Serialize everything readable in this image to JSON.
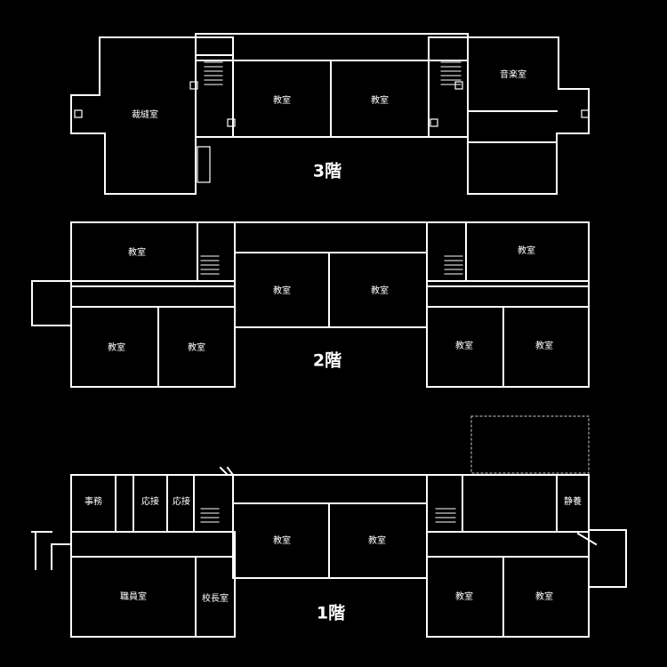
{
  "floors": {
    "third": {
      "label": "3階",
      "rooms": {
        "craft": "裁縫室",
        "classroom_a": "教室",
        "classroom_b": "教室",
        "music": "音楽室"
      }
    },
    "second": {
      "label": "2階",
      "rooms": {
        "upper_left": "教室",
        "upper_right": "教室",
        "center_a": "教室",
        "center_b": "教室",
        "lower_left_a": "教室",
        "lower_left_b": "教室",
        "lower_right_a": "教室",
        "lower_right_b": "教室"
      }
    },
    "first": {
      "label": "1階",
      "rooms": {
        "office": "事務",
        "reception_a": "応接",
        "reception_b": "応接",
        "quiet": "静養",
        "center_a": "教室",
        "center_b": "教室",
        "staff": "職員室",
        "principal": "校長室",
        "lower_right_a": "教室",
        "lower_right_b": "教室"
      }
    }
  }
}
